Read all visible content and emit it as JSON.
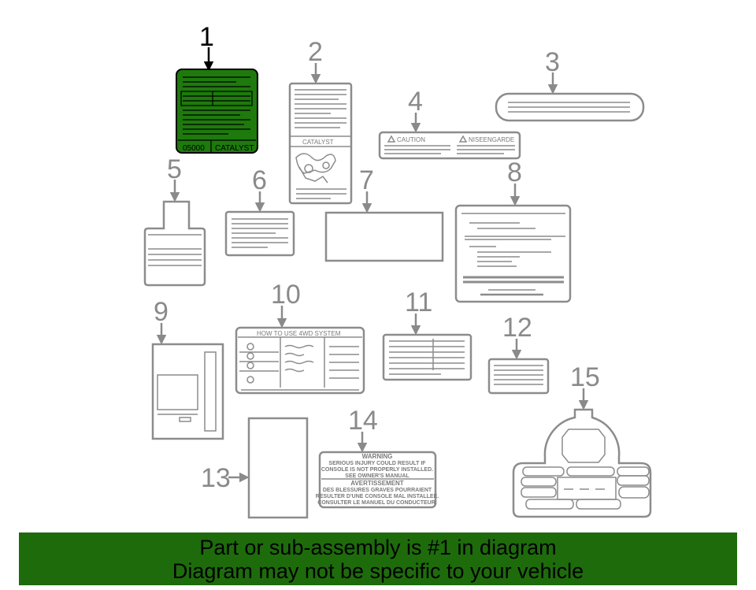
{
  "colors": {
    "banner_bg": "#1e6b0c",
    "highlight_label": "#1e7a0c",
    "outline": "#8c8c8c"
  },
  "callouts": [
    "1",
    "2",
    "3",
    "4",
    "5",
    "6",
    "7",
    "8",
    "9",
    "10",
    "11",
    "12",
    "13",
    "14",
    "15"
  ],
  "labels": {
    "l1_left": "05000",
    "l1_right": "CATALYST",
    "l2_catalyst": "CATALYST",
    "l4_caution": "CAUTION",
    "l4_right": "NISEENGARDE",
    "l10_title": "HOW TO USE 4WD SYSTEM",
    "l14_warning": "WARNING",
    "l14_line1": "SERIOUS INJURY COULD RESULT IF",
    "l14_line2": "CONSOLE IS NOT PROPERLY INSTALLED.",
    "l14_line3": "SEE OWNER'S MANUAL",
    "l14_avert": "AVERTISSEMENT",
    "l14_line4": "DES BLESSURES GRAVES POURRAIENT",
    "l14_line5": "RESULTER D'UNE CONSOLE MAL INSTALLEE.",
    "l14_line6": "CONSULTER LE MANUEL DU CONDUCTEUR."
  },
  "banner": {
    "line1": "Part or sub-assembly is #1 in diagram",
    "line2": "Diagram may not be specific to your vehicle"
  }
}
